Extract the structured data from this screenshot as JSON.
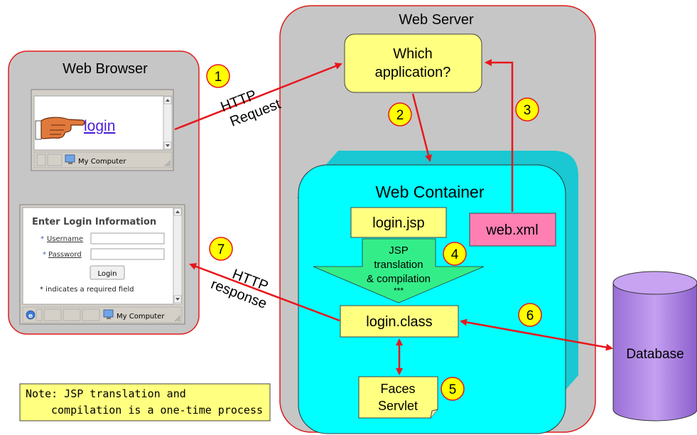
{
  "browser": {
    "title": "Web Browser",
    "window1": {
      "link": "login",
      "status": "My Computer"
    },
    "window2": {
      "heading": "Enter Login Information",
      "username_label": "Username",
      "password_label": "Password",
      "login_button": "Login",
      "required_note": "* indicates a required field",
      "status": "My Computer"
    }
  },
  "server": {
    "title": "Web Server",
    "which_app_line1": "Which",
    "which_app_line2": "application?",
    "container": {
      "title": "Web Container",
      "login_jsp": "login.jsp",
      "web_xml": "web.xml",
      "jsp_line1": "JSP",
      "jsp_line2": "translation",
      "jsp_line3": "& compilation",
      "jsp_line4": "***",
      "login_class": "login.class",
      "faces_line1": "Faces",
      "faces_line2": "Servlet"
    }
  },
  "database": {
    "label": "Database"
  },
  "arrows": {
    "request_line1": "HTTP",
    "request_line2": "Request",
    "response_line1": "HTTP",
    "response_line2": "response"
  },
  "steps": [
    "1",
    "2",
    "3",
    "4",
    "5",
    "6",
    "7"
  ],
  "note": {
    "line1": "Note: JSP translation and",
    "line2": "compilation is a one-time process"
  },
  "colors": {
    "panel_fill": "#c6c6c6",
    "panel_border": "#e01b1b",
    "yellow_box": "#ffff80",
    "container_cyan": "#00ffff",
    "container_shadow": "#19c8d2",
    "web_xml_pink": "#ff7fb3",
    "jsp_arrow_green": "#33ee88",
    "arrow_red": "#e8161c",
    "database_purple": "#b28be6",
    "badge_yellow": "#ffff00"
  },
  "icons": [
    "pointing-hand-icon",
    "computer-icon",
    "ie-icon",
    "scrollbar-up-arrow-icon",
    "scrollbar-down-arrow-icon",
    "resize-grip-icon"
  ]
}
